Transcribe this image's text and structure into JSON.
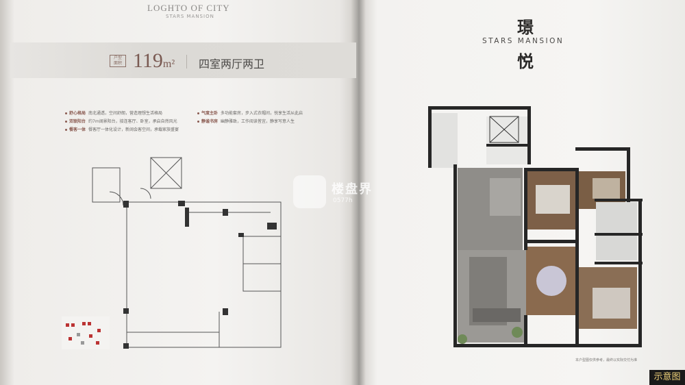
{
  "brochure": {
    "header_en": "LOGHTO OF CITY",
    "header_sub": "STARS MANSION",
    "area_value": "119",
    "area_unit": "m²",
    "layout_name": "四室两厅两卫"
  },
  "features": [
    {
      "title": "舒心格局",
      "text": "南北通透，空间舒朗，营造理想生活格局"
    },
    {
      "title": "双联阳台",
      "text": "约7m阔景阳台，接连客厅、卧室，承启自然风光"
    },
    {
      "title": "餐客一体",
      "text": "餐客厅一体化设计，新阔会客空间，承载家族盛宴"
    },
    {
      "title": "气度主卧",
      "text": "多功能套房，步入式衣帽间，悦享生活从此启"
    },
    {
      "title": "静谧书房",
      "text": "幽静雅致，工作阅读皆宜，静享写意人生"
    }
  ],
  "right_page": {
    "title_char_1": "璟",
    "title_char_2": "悦",
    "title_en": "STARS MANSION",
    "footnote": "本户型图仅供参考，最终以实际交付为准"
  },
  "watermark": {
    "text": "楼盘界",
    "sub": "0577h"
  },
  "corner_label": "示意图",
  "colors": {
    "accent": "#7a5a52",
    "wall": "#2b2b2b",
    "floor_tile": "#9a9894",
    "wood": "#8a6a4e"
  }
}
